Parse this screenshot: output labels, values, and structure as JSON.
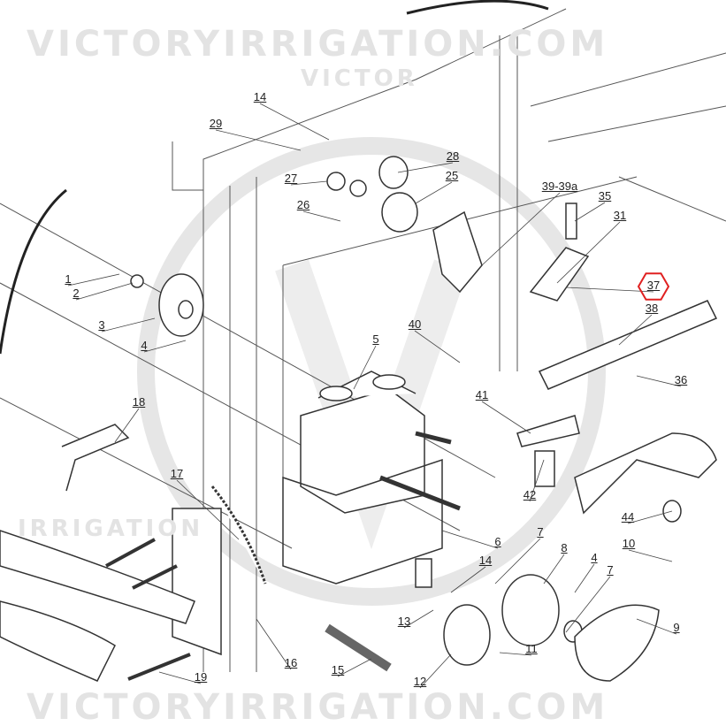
{
  "watermark": {
    "top": "VICTORYIRRIGATION.COM",
    "bottom": "VICTORYIRRIGATION.COM",
    "circle_top": "VICTOR",
    "circle_bottom": "IRRIGATION"
  },
  "highlight": {
    "part": "37",
    "color": "#e02020"
  },
  "callouts": [
    "14",
    "29",
    "28",
    "27",
    "25",
    "26",
    "39-39a",
    "35",
    "31",
    "37",
    "38",
    "36",
    "1",
    "2",
    "3",
    "4",
    "40",
    "5",
    "41",
    "18",
    "17",
    "42",
    "44",
    "6",
    "7",
    "8",
    "4",
    "7",
    "10",
    "14",
    "13",
    "11",
    "9",
    "12",
    "15",
    "16",
    "19"
  ]
}
